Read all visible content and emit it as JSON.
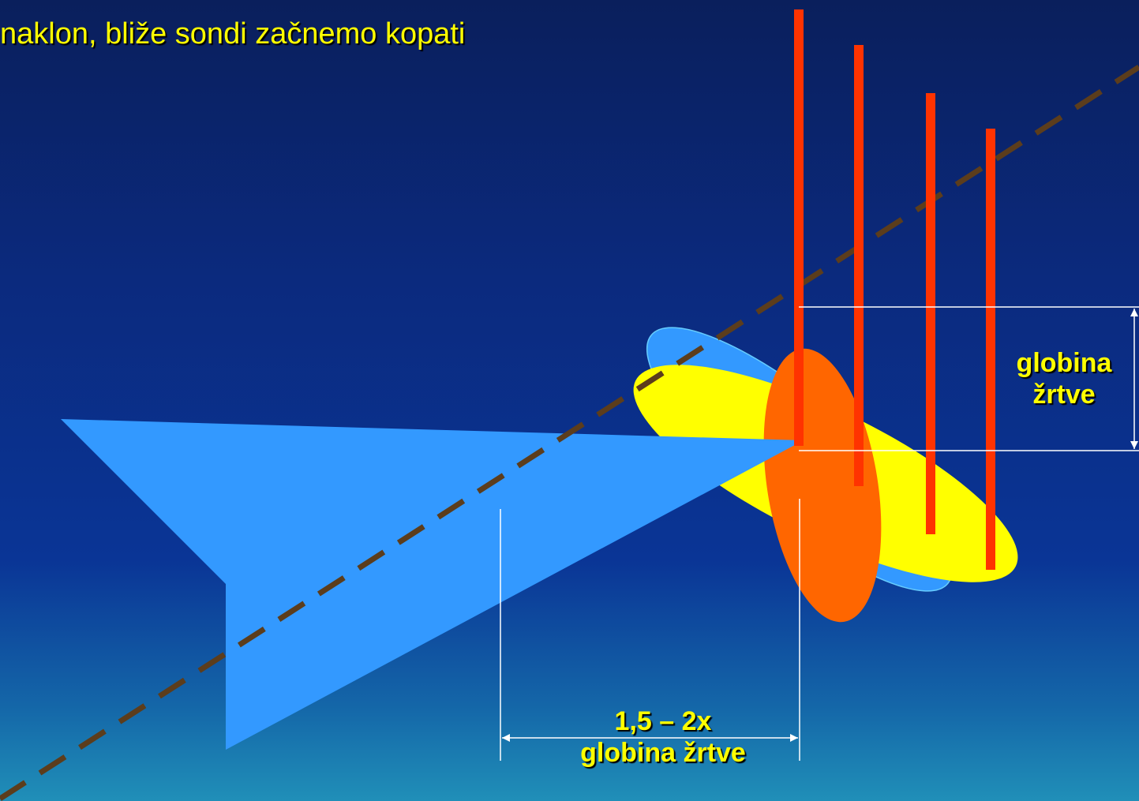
{
  "title": "naklon, bliže sondi začnemo kopati",
  "depth_label": {
    "line1": "globina",
    "line2": "žrtve"
  },
  "distance_label": {
    "line1": "1,5 – 2x",
    "line2": "globina žrtve"
  },
  "colors": {
    "background_top": "#0a1f5c",
    "background_bottom": "#208fb8",
    "text": "#ffff00",
    "probe": "#ff3300",
    "dig_line": "#5c3d1c",
    "snow_cone": "#3399ff",
    "victim_yellow": "#ffff00",
    "victim_orange": "#ff6600"
  },
  "icons": {
    "probes": "probe-pole",
    "arrows": "double-headed-arrow"
  }
}
